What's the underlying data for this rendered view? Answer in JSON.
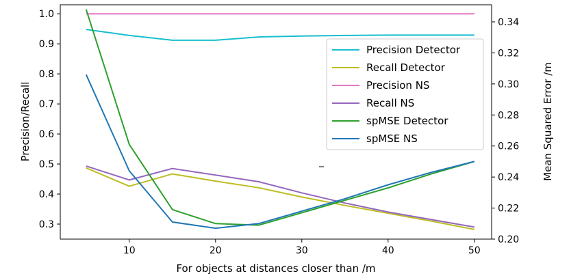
{
  "chart_data": {
    "type": "line",
    "xlabel": "For objects at distances closer than /m",
    "ylabel_left": "Precision/Recall",
    "ylabel_right": "Mean Squared Error /m",
    "xlim": [
      2,
      52
    ],
    "ylim_left": [
      0.25,
      1.03
    ],
    "ylim_right": [
      0.2,
      0.351
    ],
    "x_ticks": [
      10,
      20,
      30,
      40,
      50
    ],
    "y_ticks_left": [
      0.3,
      0.4,
      0.5,
      0.6,
      0.7,
      0.8,
      0.9,
      1.0
    ],
    "y_ticks_right": [
      0.2,
      0.22,
      0.24,
      0.26,
      0.28,
      0.3,
      0.32,
      0.34
    ],
    "x": [
      5,
      10,
      15,
      20,
      25,
      30,
      35,
      40,
      45,
      50
    ],
    "grid": false,
    "legend_position": "right",
    "series": [
      {
        "name": "Precision Detector",
        "axis": "left",
        "color": "#17becf",
        "values": [
          0.948,
          0.928,
          0.912,
          0.912,
          0.923,
          0.926,
          0.928,
          0.929,
          0.929,
          0.929
        ]
      },
      {
        "name": "Recall Detector",
        "axis": "left",
        "color": "#bcbd22",
        "values": [
          0.487,
          0.426,
          0.467,
          0.443,
          0.421,
          0.39,
          0.362,
          0.336,
          0.31,
          0.282
        ]
      },
      {
        "name": "Precision NS",
        "axis": "left",
        "color": "#e377c2",
        "values": [
          1.0,
          1.0,
          1.0,
          1.0,
          1.0,
          1.0,
          1.0,
          1.0,
          1.0,
          1.0
        ]
      },
      {
        "name": "Recall NS",
        "axis": "left",
        "color": "#9467bd",
        "values": [
          0.493,
          0.447,
          0.485,
          0.463,
          0.441,
          0.404,
          0.37,
          0.34,
          0.315,
          0.29
        ]
      },
      {
        "name": "spMSE Detector",
        "axis": "right",
        "color": "#2ca02c",
        "values": [
          0.348,
          0.261,
          0.219,
          0.21,
          0.209,
          0.217,
          0.225,
          0.233,
          0.242,
          0.25
        ]
      },
      {
        "name": "spMSE NS",
        "axis": "right",
        "color": "#1f77b4",
        "values": [
          0.306,
          0.244,
          0.211,
          0.207,
          0.21,
          0.218,
          0.226,
          0.235,
          0.243,
          0.25
        ]
      }
    ]
  }
}
